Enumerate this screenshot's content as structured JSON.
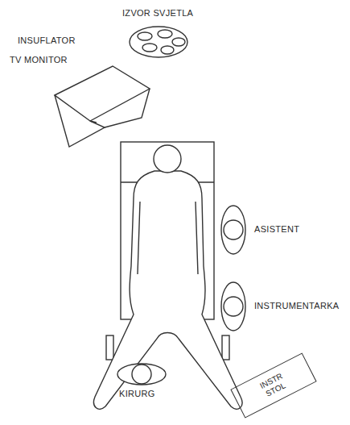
{
  "diagram": {
    "nodes": [
      {
        "text": [
          "INSTR STOL"
        ]
      }
    ],
    "labels": [
      "IZVOR SVJETLA",
      "INSUFLATOR",
      "TV MONITOR",
      "ASISTENT",
      "INSTRUMENTARKA",
      "KIRURG"
    ]
  }
}
